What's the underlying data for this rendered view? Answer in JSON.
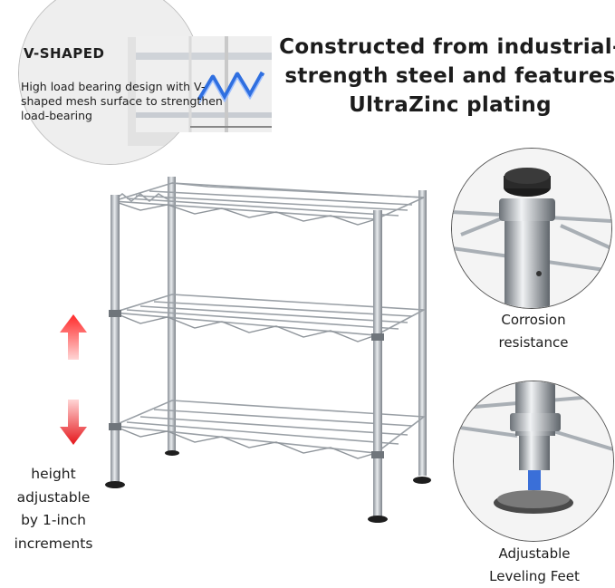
{
  "v_callout": {
    "title": "V-SHAPED",
    "description": "High load bearing design with V-shaped mesh surface to strengthen load-bearing"
  },
  "headline": {
    "line1": "Constructed from industrial-",
    "line2": "strength steel and features",
    "line3": "UltraZinc plating"
  },
  "features": {
    "corrosion": {
      "line1": "Corrosion",
      "line2": "resistance"
    },
    "leveling": {
      "line1": "Adjustable",
      "line2": "Leveling Feet"
    }
  },
  "height": {
    "line1": "height",
    "line2": "adjustable",
    "line3": "by 1-inch",
    "line4": "increments"
  },
  "colors": {
    "arrow_red": "#e5161b",
    "chrome": "#b9bec4",
    "accent_blue": "#2f6fe0"
  },
  "icons": [
    "arrow-up-icon",
    "arrow-down-icon"
  ]
}
